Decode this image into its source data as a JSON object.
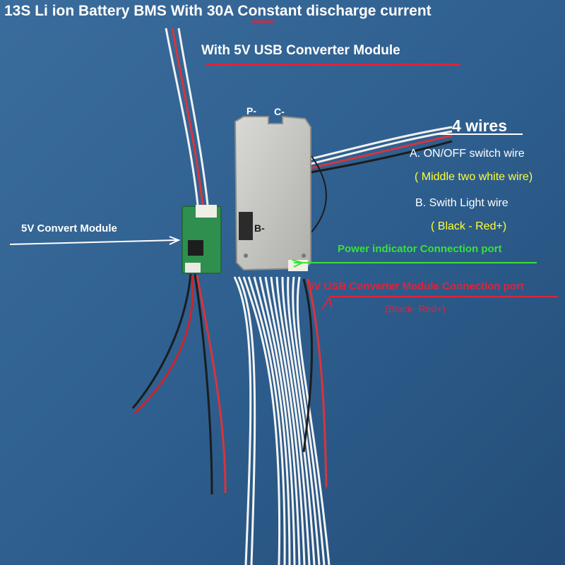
{
  "title": "13S Li ion Battery BMS With 30A Constant discharge current",
  "subtitle": "With 5V USB Converter Module",
  "wires_label": "4 wires",
  "item_a": "A. ON/OFF switch wire",
  "item_a_note": "( Middle two white wire)",
  "item_b": "B.  Swith Light wire",
  "item_b_note": "( Black - Red+)",
  "convert_module_label": "5V Convert Module",
  "power_port_label": "Power indicator Connection port",
  "usb_port_label": "5V USB Converter Module Connection port",
  "usb_port_note": "(Black-    Red+)",
  "board_labels": {
    "p_minus": "P-",
    "c_minus": "C-",
    "b_minus": "B-"
  },
  "colors": {
    "background": "#2f5d8a",
    "accent_red": "#e0233a",
    "accent_green": "#39e03a",
    "note_yellow": "#ffff33"
  }
}
